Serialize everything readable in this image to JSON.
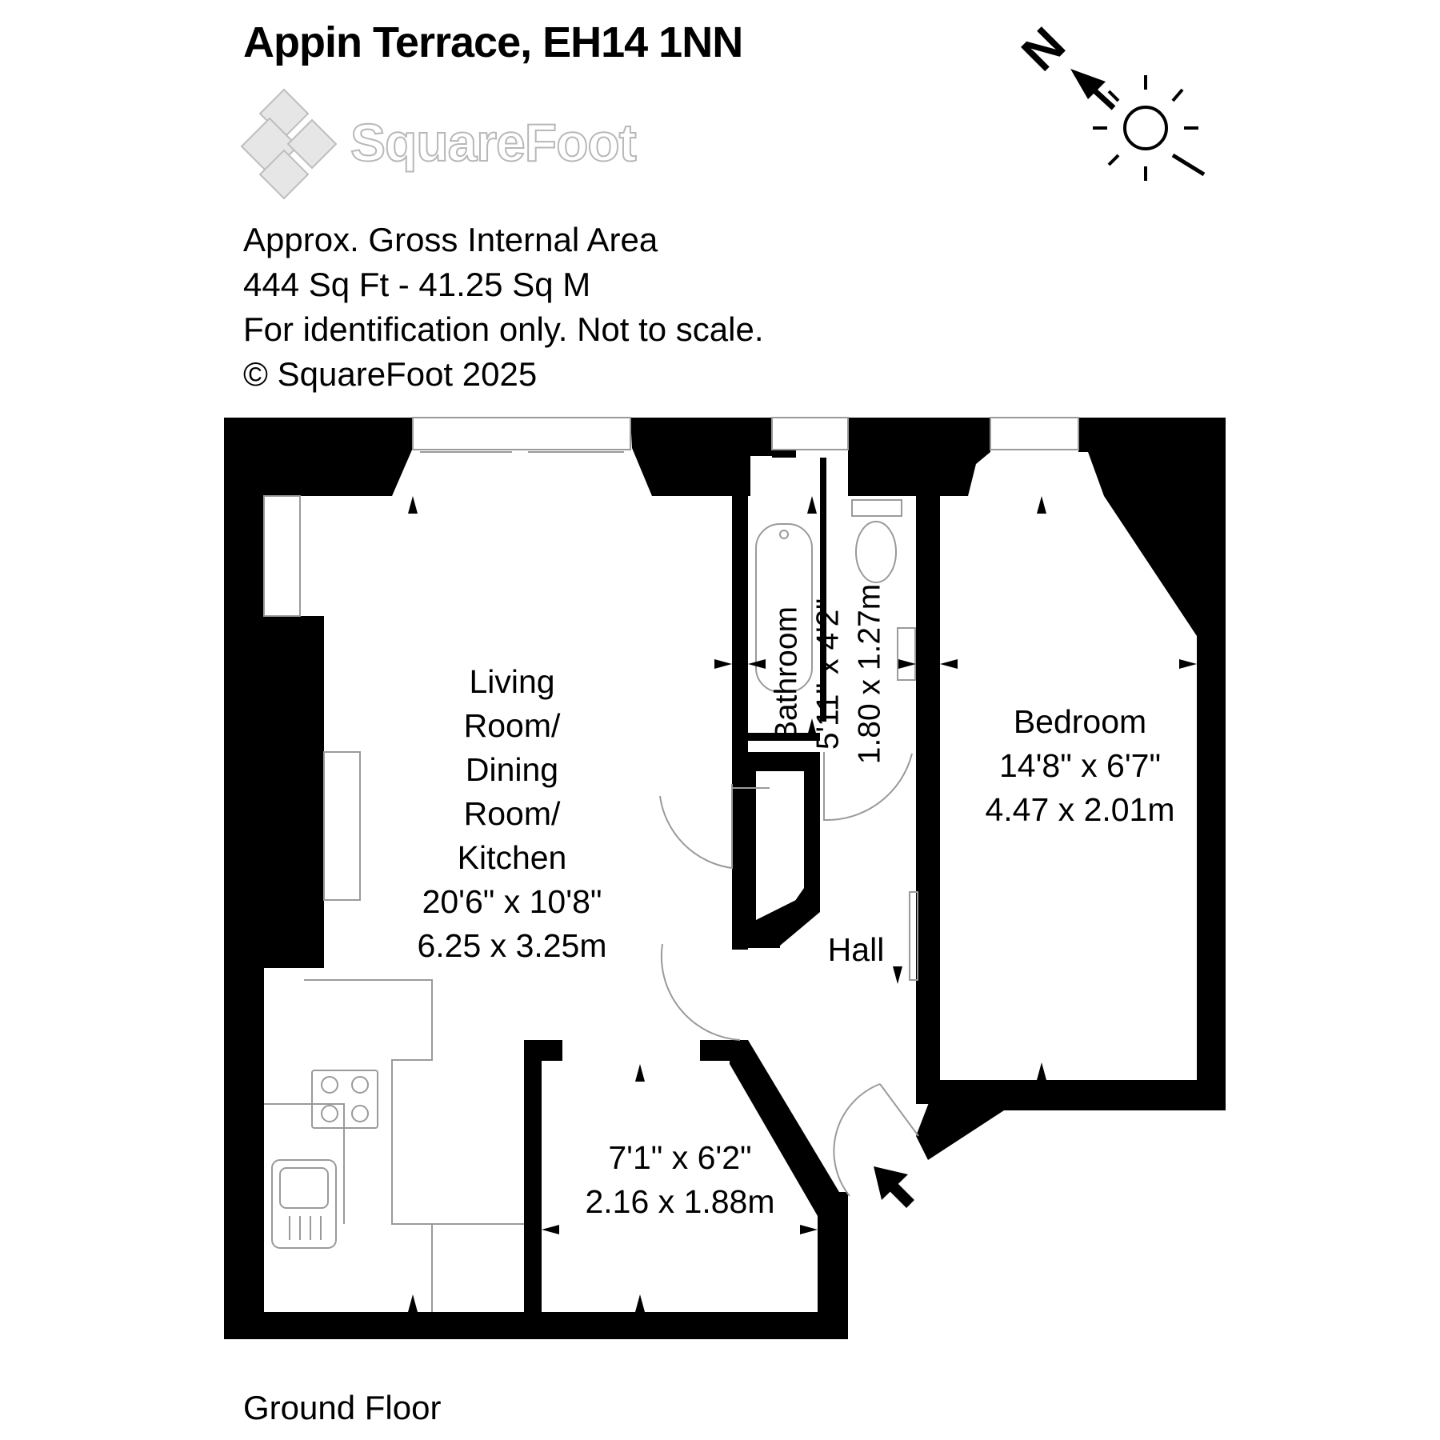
{
  "header": {
    "title": "Appin Terrace, EH14 1NN",
    "brand": "SquareFoot"
  },
  "info": {
    "line1": "Approx. Gross Internal Area",
    "line2": "444 Sq Ft  -  41.25 Sq M",
    "line3": "For identification only. Not to scale.",
    "line4": "© SquareFoot 2025"
  },
  "rooms": {
    "living": {
      "l1": "Living",
      "l2": "Room/",
      "l3": "Dining",
      "l4": "Room/",
      "l5": "Kitchen",
      "imperial": "20'6\" x 10'8\"",
      "metric": "6.25 x 3.25m"
    },
    "bathroom": {
      "name": "Bathroom",
      "imperial": "5'11\" x 4'2\"",
      "metric": "1.80 x 1.27m"
    },
    "bedroom": {
      "name": "Bedroom",
      "imperial": "14'8\" x 6'7\"",
      "metric": "4.47 x 2.01m"
    },
    "hall": {
      "name": "Hall"
    },
    "box_room": {
      "imperial": "7'1\" x 6'2\"",
      "metric": "2.16 x 1.88m"
    }
  },
  "compass": {
    "label": "N"
  },
  "footer": {
    "floor": "Ground Floor"
  },
  "colors": {
    "wall": "#000000",
    "fixture_line": "#9a9a9a",
    "logo": "#b8b8b8"
  },
  "icons": [
    "north-compass-icon",
    "sun-icon",
    "entrance-arrow-icon",
    "logo-icon"
  ]
}
